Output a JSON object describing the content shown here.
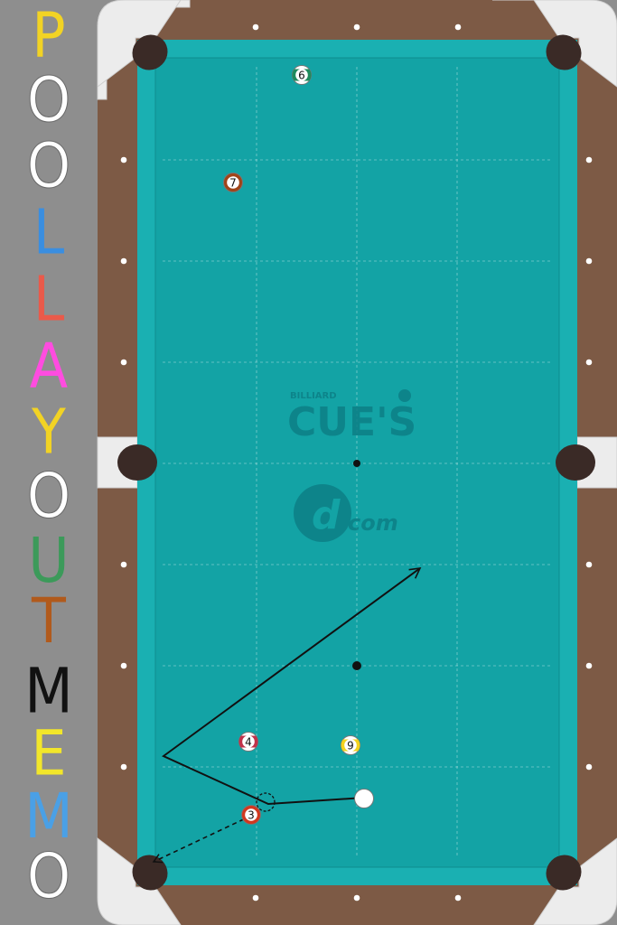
{
  "app_title_letters": [
    {
      "ch": "P",
      "color": "#f2d324"
    },
    {
      "ch": "O",
      "color": "#ffffff"
    },
    {
      "ch": "O",
      "color": "#ffffff"
    },
    {
      "ch": "L",
      "color": "#3a8ee0"
    },
    {
      "ch": "L",
      "color": "#ea5a4a"
    },
    {
      "ch": "A",
      "color": "#ff4ce0"
    },
    {
      "ch": "Y",
      "color": "#f2d324"
    },
    {
      "ch": "O",
      "color": "#ffffff"
    },
    {
      "ch": "U",
      "color": "#3c9a5a"
    },
    {
      "ch": "T",
      "color": "#b15a1c"
    },
    {
      "ch": "M",
      "color": "#111111"
    },
    {
      "ch": "E",
      "color": "#f2e62a"
    },
    {
      "ch": "M",
      "color": "#4aa0e6"
    },
    {
      "ch": "O",
      "color": "#ffffff"
    }
  ],
  "logo": {
    "small": "BILLIARD",
    "main": "CUE'S",
    "com": "com",
    "d": "d"
  },
  "balls": [
    {
      "number": "6",
      "color": "#1f8a5c",
      "stripe": true
    },
    {
      "number": "7",
      "color": "#a04418",
      "stripe": false
    },
    {
      "number": "4",
      "color": "#c0324a",
      "stripe": true
    },
    {
      "number": "9",
      "color": "#f3d21e",
      "stripe": true
    },
    {
      "number": "3",
      "color": "#d2381f",
      "stripe": false
    }
  ],
  "colors": {
    "cloth": "#13a3a5",
    "cushion": "#1ab0b2",
    "rail_wood": "#7d5a45",
    "corner": "#ececec",
    "pocket": "#3a2a26",
    "background": "#8e8e8e"
  }
}
